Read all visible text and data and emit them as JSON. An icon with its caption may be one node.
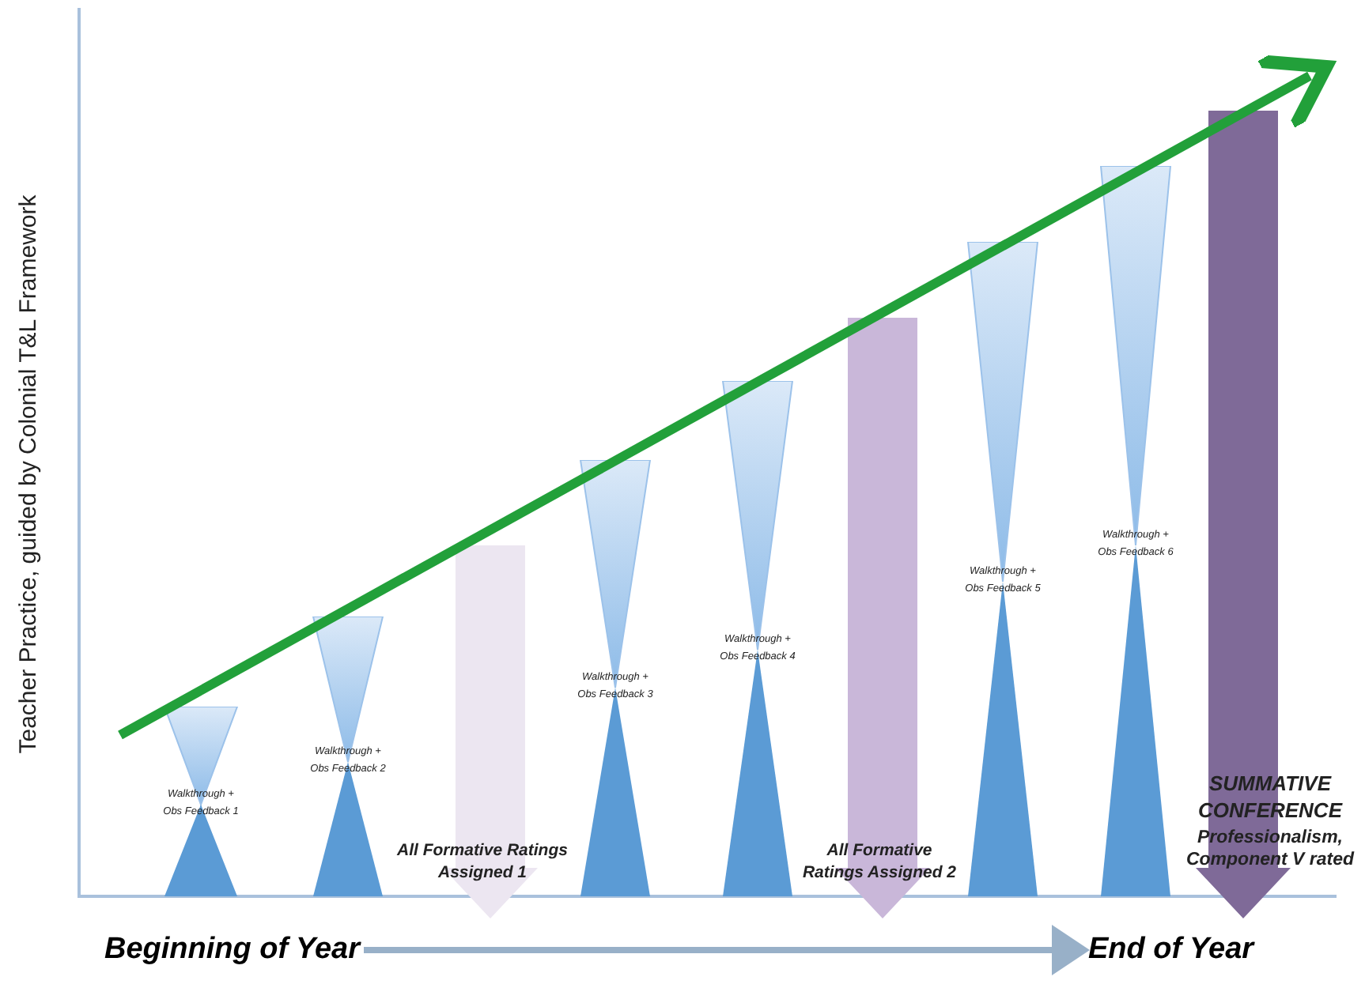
{
  "diagram": {
    "nodes": [
      {
        "text": [
          "Walkthrough + Obs Feedback 1"
        ]
      },
      {
        "text": [
          "Walkthrough + Obs Feedback 2"
        ]
      },
      {
        "text": [
          "All Formative Ratings Assigned 1"
        ]
      },
      {
        "text": [
          "Walkthrough + Obs Feedback 3"
        ]
      },
      {
        "text": [
          "Walkthrough + Obs Feedback 4"
        ]
      },
      {
        "text": [
          "All Formative Ratings Assigned 2"
        ]
      },
      {
        "text": [
          "Walkthrough + Obs Feedback 5"
        ]
      },
      {
        "text": [
          "Walkthrough + Obs Feedback 6"
        ]
      },
      {
        "text": [
          "SUMMATIVE CONFERENCE",
          "Professionalism, Component V rated"
        ]
      },
      {
        "text": [
          "Beginning of Year"
        ]
      },
      {
        "text": [
          "End  of Year"
        ]
      }
    ],
    "edges": [
      {
        "from": 9,
        "to": 10,
        "arrow": "to"
      }
    ],
    "labels": [
      "Teacher Practice, guided by Colonial T&L Framework"
    ]
  }
}
